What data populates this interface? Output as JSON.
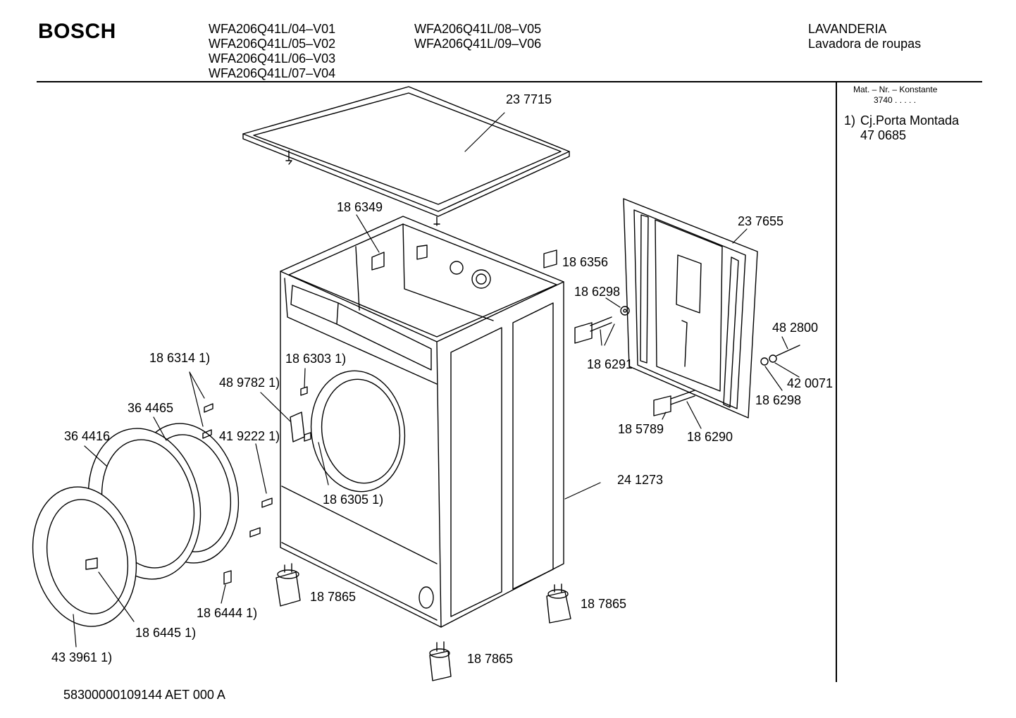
{
  "header": {
    "brand": "BOSCH",
    "models_col1": [
      "WFA206Q41L/04–V01",
      "WFA206Q41L/05–V02",
      "WFA206Q41L/06–V03",
      "WFA206Q41L/07–V04"
    ],
    "models_col2": [
      "WFA206Q41L/08–V05",
      "WFA206Q41L/09–V06"
    ],
    "category": "LAVANDERIA",
    "subcategory": "Lavadora de roupas"
  },
  "sidebar": {
    "mat_label": "Mat. – Nr. – Konstante",
    "mat_value": "3740  .  .  .  .  .",
    "note_marker": "1)",
    "note_title": "Cj.Porta Montada",
    "note_number": "47 0685"
  },
  "parts": [
    {
      "id": "p1",
      "text": "23 7715"
    },
    {
      "id": "p2",
      "text": "18 6349"
    },
    {
      "id": "p3",
      "text": "18 6356"
    },
    {
      "id": "p4",
      "text": "23 7655"
    },
    {
      "id": "p5",
      "text": "18 6298"
    },
    {
      "id": "p6",
      "text": "18 6291"
    },
    {
      "id": "p7",
      "text": "48 2800"
    },
    {
      "id": "p8",
      "text": "42 0071"
    },
    {
      "id": "p9",
      "text": "18 6298"
    },
    {
      "id": "p10",
      "text": "18 5789"
    },
    {
      "id": "p11",
      "text": "18 6290"
    },
    {
      "id": "p12",
      "text": "24 1273"
    },
    {
      "id": "p13",
      "text": "18 6314 1)"
    },
    {
      "id": "p14",
      "text": "18 6303 1)"
    },
    {
      "id": "p15",
      "text": "48 9782 1)"
    },
    {
      "id": "p16",
      "text": "36 4465"
    },
    {
      "id": "p17",
      "text": "36 4416"
    },
    {
      "id": "p18",
      "text": "41 9222 1)"
    },
    {
      "id": "p19",
      "text": "18 6305 1)"
    },
    {
      "id": "p20",
      "text": "18 7865"
    },
    {
      "id": "p21",
      "text": "18 7865"
    },
    {
      "id": "p22",
      "text": "18 7865"
    },
    {
      "id": "p23",
      "text": "18 6444 1)"
    },
    {
      "id": "p24",
      "text": "18 6445 1)"
    },
    {
      "id": "p25",
      "text": "43 3961 1)"
    }
  ],
  "footer": {
    "doc_number": "58300000109144 AET 000 A"
  }
}
